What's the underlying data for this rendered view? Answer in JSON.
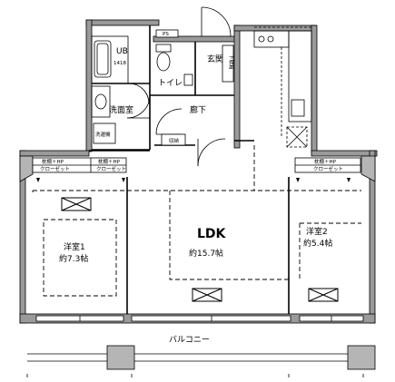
{
  "rooms": {
    "ub": "UB",
    "ub_size": "1418",
    "toilet": "トイレ",
    "entrance": "玄関",
    "washroom": "洗面室",
    "hallway": "廊下",
    "ldk": "LDK",
    "ldk_size": "約15.7帖",
    "western1": "洋室1",
    "western1_size": "約7.3帖",
    "western2": "洋室2",
    "western2_size": "約5.4帖",
    "balcony": "バルコニー"
  },
  "labels": {
    "ps": "PS",
    "storage_hp": "枕棚＋HP",
    "closet": "クローゼット",
    "storage": "収納",
    "washer": "洗濯機",
    "shoe_box": "下駄箱"
  }
}
